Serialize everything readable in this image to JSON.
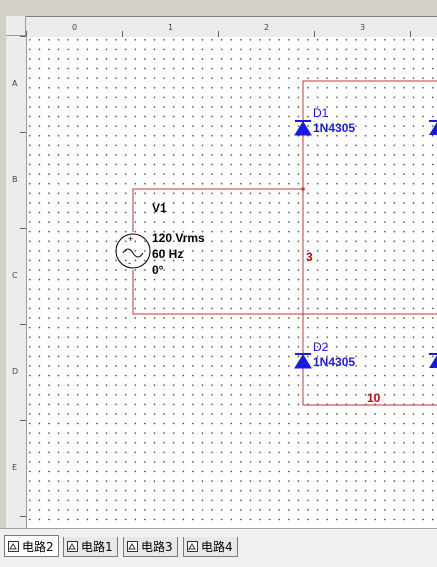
{
  "ruler": {
    "columns": [
      "0",
      "1",
      "2",
      "3"
    ],
    "rows": [
      "A",
      "B",
      "C",
      "D",
      "E"
    ]
  },
  "schematic": {
    "source": {
      "ref": "V1",
      "voltage": "120 Vrms",
      "frequency": "60 Hz",
      "phase": "0°"
    },
    "diodes": [
      {
        "ref": "D1",
        "part": "1N4305"
      },
      {
        "ref": "D2",
        "part": "1N4305"
      }
    ],
    "nets": [
      {
        "label": "3"
      },
      {
        "label": "10"
      }
    ],
    "colors": {
      "wire": "#cc3333",
      "component": "#1a1ae6",
      "net_label": "#cc0000",
      "source_text": "#000000"
    }
  },
  "tabs": [
    {
      "label": "电路2",
      "active": true
    },
    {
      "label": "电路1",
      "active": false
    },
    {
      "label": "电路3",
      "active": false
    },
    {
      "label": "电路4",
      "active": false
    }
  ]
}
